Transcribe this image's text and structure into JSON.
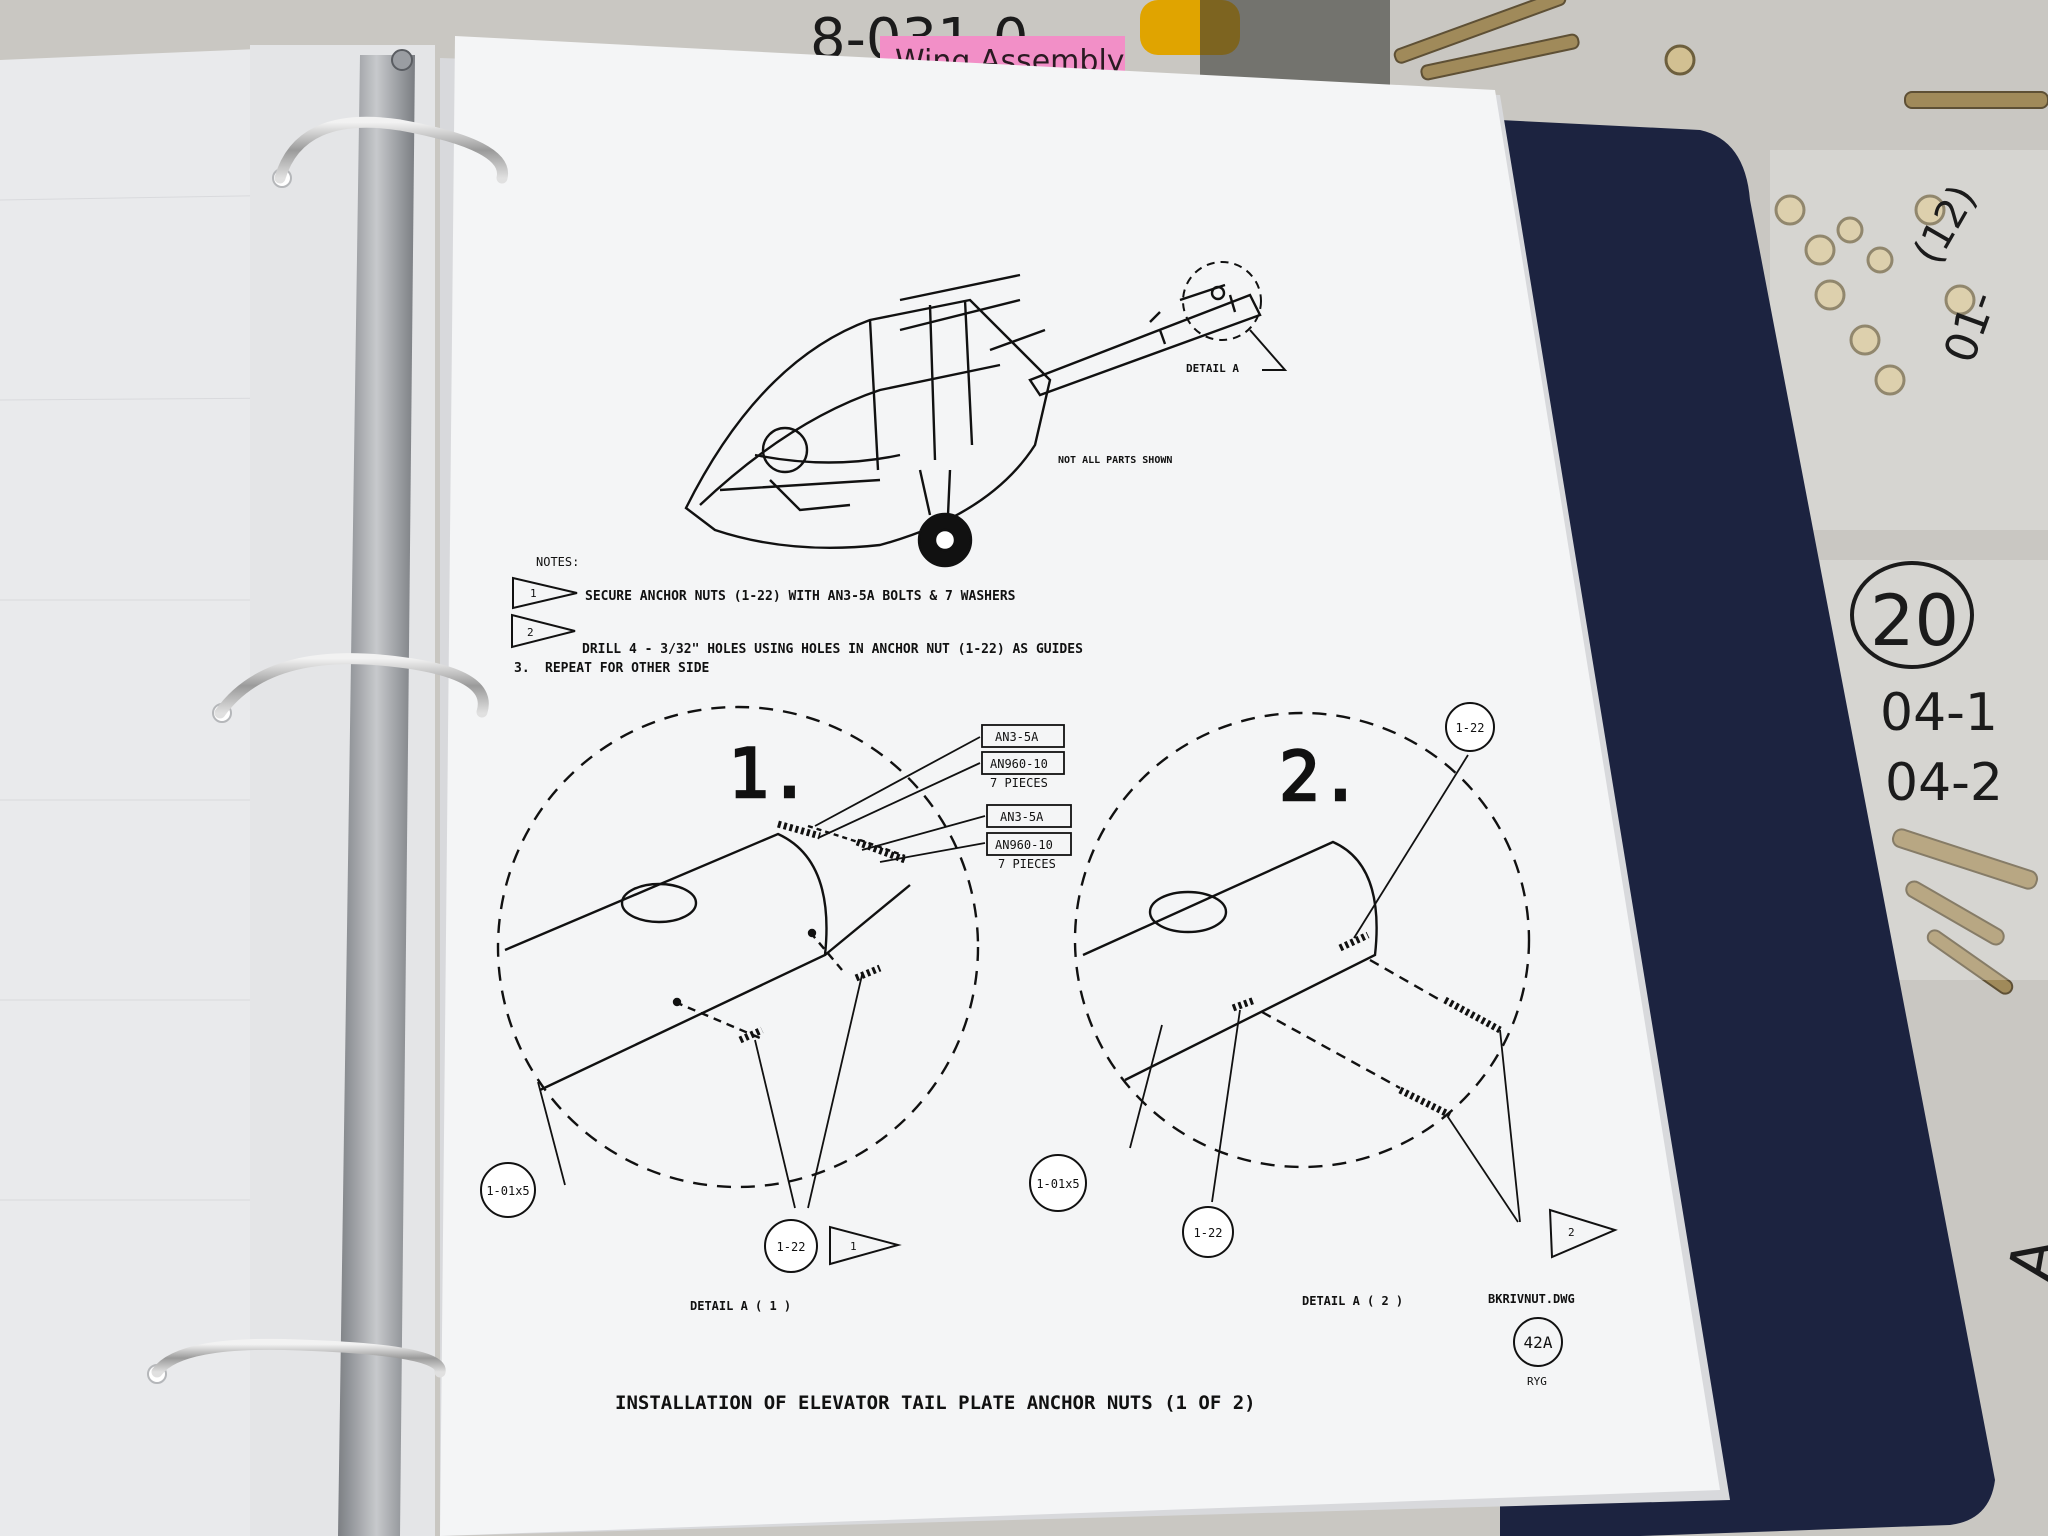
{
  "desk_labels": {
    "top_note": "8-031-0",
    "pink_tag": "Wing Assembly",
    "bag_marks": [
      "(12)",
      "20",
      "01-",
      "04-1",
      "04-2",
      "A"
    ]
  },
  "manual_page": {
    "detail_a_label": "DETAIL A",
    "not_all_parts": "NOT ALL PARTS SHOWN",
    "notes_heading": "NOTES:",
    "notes": [
      {
        "marker": "1",
        "text": "SECURE ANCHOR NUTS (1-22) WITH AN3-5A BOLTS & 7 WASHERS"
      },
      {
        "marker": "2",
        "text": "DRILL 4 - 3/32\" HOLES USING HOLES IN ANCHOR NUT (1-22) AS GUIDES"
      },
      {
        "marker": "3.",
        "text": "REPEAT FOR OTHER SIDE"
      }
    ],
    "detail1": {
      "number": "1.",
      "callouts": [
        {
          "part": "AN3-5A",
          "sub": ""
        },
        {
          "part": "AN960-10",
          "sub": "7 PIECES"
        },
        {
          "part": "AN3-5A",
          "sub": ""
        },
        {
          "part": "AN960-10",
          "sub": "7 PIECES"
        }
      ],
      "bubbles": [
        "1-01x5",
        "1-22"
      ],
      "note_flag": "1",
      "caption": "DETAIL A ( 1 )"
    },
    "detail2": {
      "number": "2.",
      "bubbles": [
        "1-22",
        "1-01x5",
        "1-22"
      ],
      "note_flag": "2",
      "caption": "DETAIL A ( 2 )"
    },
    "drawing_file": "BKRIVNUT.DWG",
    "page_number": "42A",
    "initials": "RYG",
    "title": "INSTALLATION OF ELEVATOR TAIL PLATE ANCHOR NUTS (1 OF 2)"
  },
  "colors": {
    "desk": "#c9c7c2",
    "binder_cover": "#1c2340",
    "page": "#f4f5f6",
    "ink": "#111111",
    "pink_tag": "#f28fc7"
  }
}
